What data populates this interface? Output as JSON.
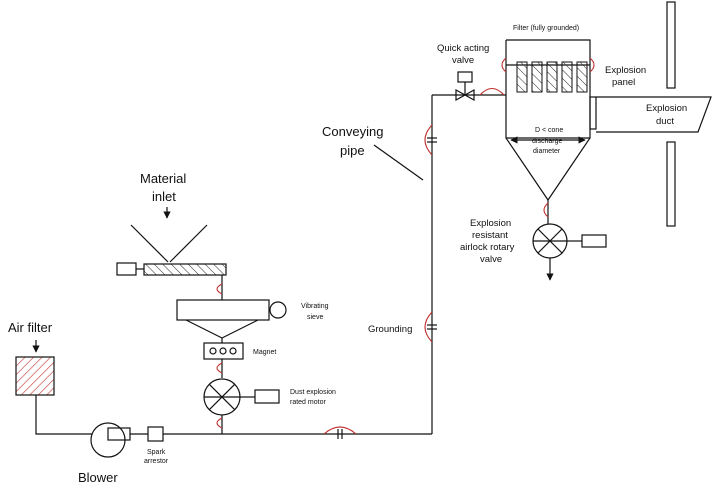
{
  "labels": {
    "material_inlet_1": "Material",
    "material_inlet_2": "inlet",
    "air_filter": "Air filter",
    "blower": "Blower",
    "spark_arrestor_1": "Spark",
    "spark_arrestor_2": "arrestor",
    "vibrating_sieve_1": "Vibrating",
    "vibrating_sieve_2": "sieve",
    "magnet": "Magnet",
    "motor_1": "Dust explosion",
    "motor_2": "rated motor",
    "conveying_pipe_1": "Conveying",
    "conveying_pipe_2": "pipe",
    "grounding": "Grounding",
    "quick_valve_1": "Quick acting",
    "quick_valve_2": "valve",
    "filter": "Filter (fully grounded)",
    "cone_1": "D < cone",
    "cone_2": "discharge",
    "cone_3": "diameter",
    "explosion_panel_1": "Explosion",
    "explosion_panel_2": "panel",
    "explosion_duct_1": "Explosion",
    "explosion_duct_2": "duct",
    "airlock_1": "Explosion",
    "airlock_2": "resistant",
    "airlock_3": "airlock rotary",
    "airlock_4": "valve"
  },
  "colors": {
    "line": "#111111",
    "grounding": "#c0302f",
    "hatch": "#c0302f"
  }
}
